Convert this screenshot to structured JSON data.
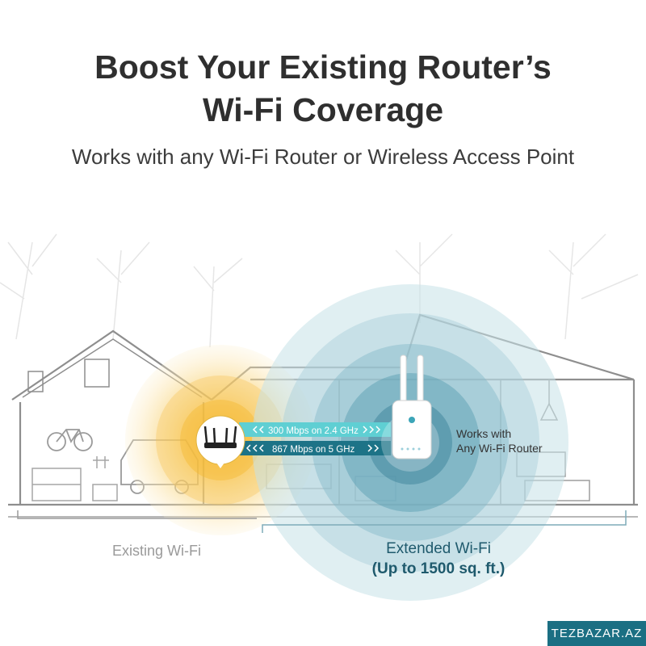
{
  "headline": {
    "line1": "Boost Your Existing Router’s",
    "line2": "Wi-Fi Coverage"
  },
  "subheadline": "Works with any Wi-Fi Router or Wireless Access Point",
  "links": {
    "band_24": "300 Mbps on 2.4 GHz",
    "band_5": "867 Mbps on 5 GHz"
  },
  "callout": {
    "line1": "Works with",
    "line2": "Any Wi-Fi Router"
  },
  "zones": {
    "existing": "Existing Wi-Fi",
    "extended": "Extended Wi-Fi",
    "extended_area": "(Up to 1500 sq. ft.)"
  },
  "watermark": "TEZBAZAR.AZ",
  "colors": {
    "existing_wifi": "#f3c452",
    "extended_wifi": "#5a9bb0",
    "link_band_24": "#5fcfd3",
    "link_band_5": "#1d7387",
    "headline_text": "#2f2f2f"
  },
  "icons": {
    "router": "router-icon",
    "extender": "extender-icon",
    "house": "house-outline",
    "bicycle": "bicycle-icon",
    "car": "car-icon"
  }
}
